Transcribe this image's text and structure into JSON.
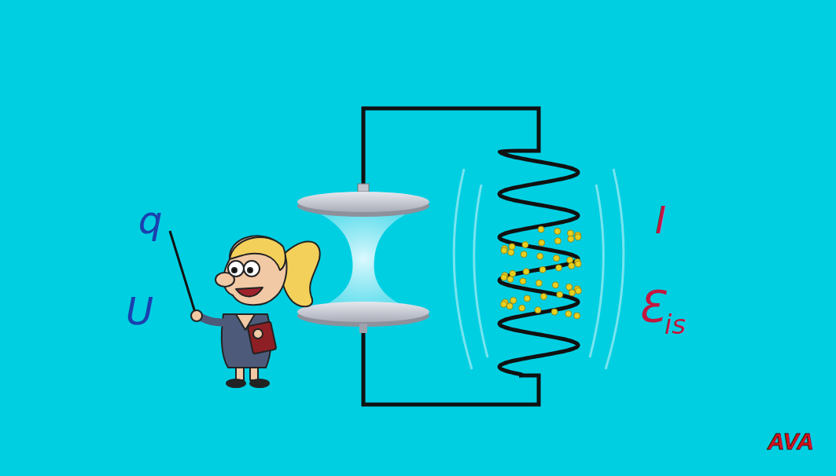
{
  "diagram": {
    "labels": [
      "q",
      "U",
      "I",
      "Ɛ",
      "is",
      "AVA"
    ]
  }
}
